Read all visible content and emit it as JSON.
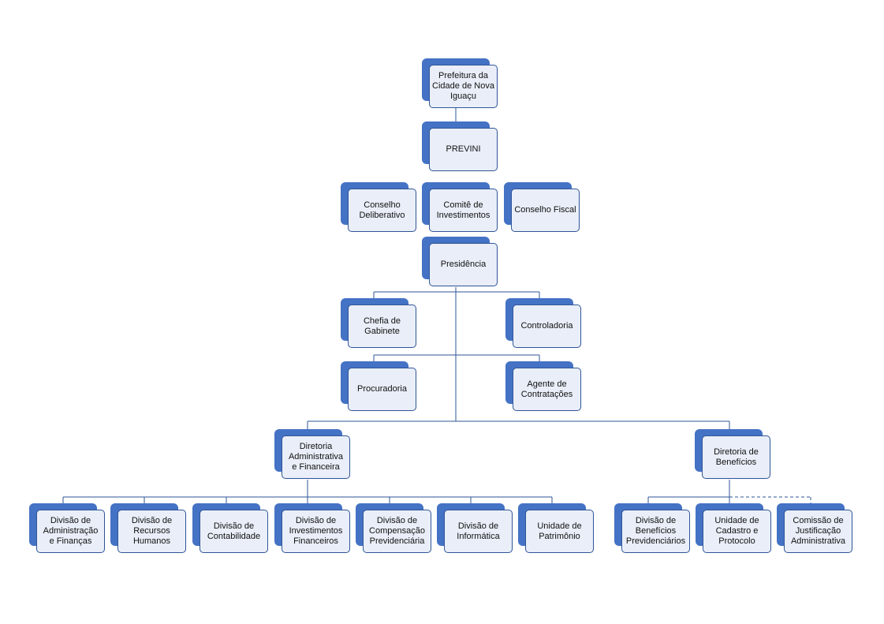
{
  "colors": {
    "box_back": "#4472c4",
    "box_front": "#e9eef8",
    "box_border": "#2f5597",
    "connector": "#2f5597"
  },
  "nodes": {
    "prefeitura": "Prefeitura da\nCidade de Nova\nIguaçu",
    "previni": "PREVINI",
    "conselho_deliberativo": "Conselho\nDeliberativo",
    "comite_investimentos": "Comitê de\nInvestimentos",
    "conselho_fiscal": "Conselho Fiscal",
    "presidencia": "Presidência",
    "chefia_gabinete": "Chefia de\nGabinete",
    "controladoria": "Controladoria",
    "procuradoria": "Procuradoria",
    "agente_contratacoes": "Agente de\nContratações",
    "diretoria_adm_fin": "Diretoria\nAdministrativa\ne Financeira",
    "diretoria_beneficios": "Diretoria de\nBenefícios",
    "div_adm_financas": "Divisão de\nAdministração\ne Finanças",
    "div_recursos_humanos": "Divisão de\nRecursos\nHumanos",
    "div_contabilidade": "Divisão de\nContabilidade",
    "div_investimentos": "Divisão de\nInvestimentos\nFinanceiros",
    "div_compensacao": "Divisão de\nCompensação\nPrevidenciária",
    "div_informatica": "Divisão de\nInformática",
    "unid_patrimonio": "Unidade de\nPatrimônio",
    "div_beneficios_prev": "Divisão de\nBenefícios\nPrevidenciários",
    "unid_cadastro": "Unidade de\nCadastro e\nProtocolo",
    "comissao_justificacao": "Comissão de\nJustificação\nAdministrativa"
  }
}
